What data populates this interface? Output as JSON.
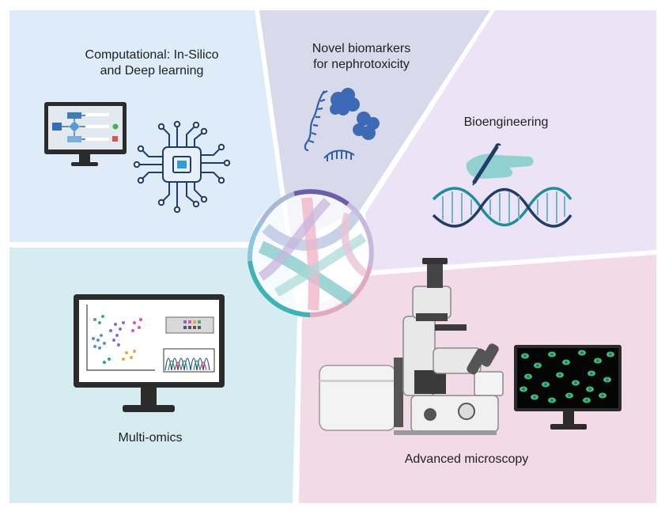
{
  "figure": {
    "panels": {
      "computational": {
        "label": "Computational: In-Silico\nand Deep learning"
      },
      "biomarkers": {
        "label": "Novel biomarkers\nfor nephrotoxicity"
      },
      "bioengineering": {
        "label": "Bioengineering"
      },
      "multiomics": {
        "label": "Multi-omics"
      },
      "microscopy": {
        "label": "Advanced microscopy"
      }
    },
    "colors": {
      "computational_bg": "#deebf8",
      "biomarkers_bg": "#d9d9ec",
      "bioengineering_bg": "#ece4f6",
      "multiomics_bg": "#d6ecf1",
      "microscopy_bg": "#f2dbe6",
      "icon_navy": "#1e3e68",
      "dna_teal": "#1f8e9c",
      "hand_teal": "#7fc9c9",
      "cell_green": "#3cc45a",
      "cell_blue": "#2d5fcb"
    },
    "icons": [
      "flowchart-monitor-icon",
      "circuit-chip-icon",
      "rna-strand-icon",
      "protein-icon",
      "hand-pen-icon",
      "dna-helix-icon",
      "omics-monitor-icon",
      "microscope-icon",
      "cell-image-monitor-icon",
      "chord-diagram-icon"
    ]
  }
}
